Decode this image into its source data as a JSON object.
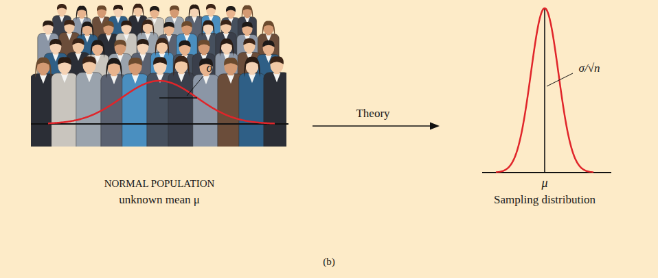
{
  "diagram": {
    "labels": [
      "σ",
      "NORMAL POPULATION",
      "unknown mean μ",
      "Theory",
      "σ/√n",
      "μ",
      "Sampling distribution",
      "(b)"
    ]
  }
}
